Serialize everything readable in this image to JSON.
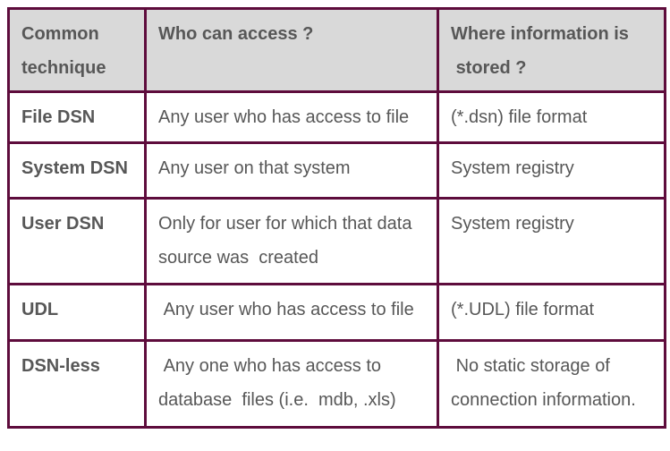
{
  "colors": {
    "border": "#5e0c3c",
    "header_bg": "#d9d9d9",
    "cell_bg": "#ffffff",
    "text": "#575757"
  },
  "table": {
    "headers": [
      "Common\ntechnique",
      "Who can access ?",
      "Where information is\n stored ?"
    ],
    "rows": [
      {
        "technique": "File DSN",
        "access": "Any user who has access to file",
        "storage": "(*.dsn) file format"
      },
      {
        "technique": "System DSN",
        "access": "Any user on that system",
        "storage": "System registry"
      },
      {
        "technique": "User DSN",
        "access": "Only for user for which that data\nsource was  created",
        "storage": "System registry"
      },
      {
        "technique": "UDL",
        "access": " Any user who has access to file",
        "storage": "(*.UDL) file format"
      },
      {
        "technique": "DSN-less",
        "access": " Any one who has access to\ndatabase  files (i.e.  mdb, .xls)",
        "storage": " No static storage of\nconnection information."
      }
    ]
  }
}
